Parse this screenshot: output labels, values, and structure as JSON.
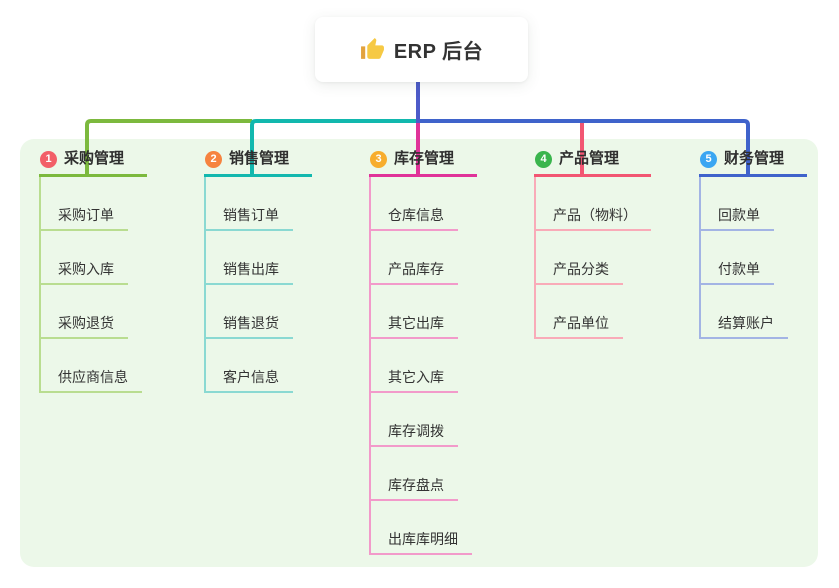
{
  "root": {
    "title": "ERP 后台",
    "icon": "thumbs-up-icon"
  },
  "branches": [
    {
      "badge": "1",
      "label": "采购管理",
      "badge_color": "#f25f68",
      "line_color": "#7cb93e",
      "child_line_color": "#b9dd90",
      "children": [
        "采购订单",
        "采购入库",
        "采购退货",
        "供应商信息"
      ]
    },
    {
      "badge": "2",
      "label": "销售管理",
      "badge_color": "#f6833f",
      "line_color": "#12b8ae",
      "child_line_color": "#8ad9d2",
      "children": [
        "销售订单",
        "销售出库",
        "销售退货",
        "客户信息"
      ]
    },
    {
      "badge": "3",
      "label": "库存管理",
      "badge_color": "#f7ad2d",
      "line_color": "#e03399",
      "child_line_color": "#f29aca",
      "children": [
        "仓库信息",
        "产品库存",
        "其它出库",
        "其它入库",
        "库存调拨",
        "库存盘点",
        "出库库明细"
      ]
    },
    {
      "badge": "4",
      "label": "产品管理",
      "badge_color": "#3ab54d",
      "line_color": "#f25672",
      "child_line_color": "#f9abb8",
      "children": [
        "产品（物料）",
        "产品分类",
        "产品单位"
      ]
    },
    {
      "badge": "5",
      "label": "财务管理",
      "badge_color": "#3aa6f2",
      "line_color": "#3f63cb",
      "child_line_color": "#a3b4e4",
      "children": [
        "回款单",
        "付款单",
        "结算账户"
      ]
    }
  ],
  "colors": {
    "canvas_bg": "#ffffff",
    "panel_bg": "#ecf8e9",
    "stem": "#4d5bc9",
    "text": "#333333",
    "thumb_hand": "#f6c944",
    "thumb_sleeve": "#e2a23e"
  }
}
